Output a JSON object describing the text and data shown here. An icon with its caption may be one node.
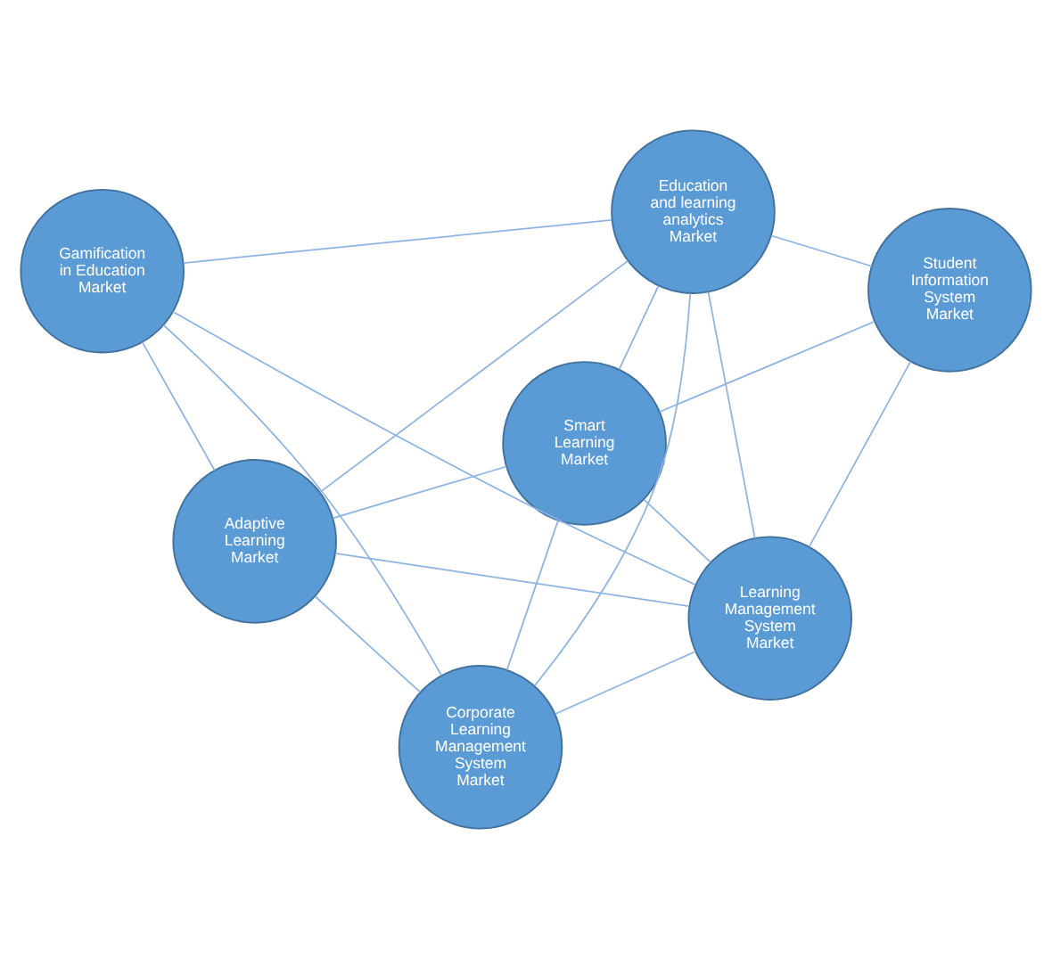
{
  "diagram": {
    "nodes": [
      {
        "text": [
          "Learning Management System Market"
        ]
      },
      {
        "text": [
          "Corporate Learning Management System Market"
        ]
      },
      {
        "text": [
          "Education and learning analytics Market"
        ]
      },
      {
        "text": [
          "Smart Learning Market"
        ]
      },
      {
        "text": [
          "Adaptive Learning Market"
        ]
      },
      {
        "text": [
          "Student Information System Market"
        ]
      },
      {
        "text": [
          "Gamification in Education Market"
        ]
      }
    ],
    "edges": [
      {
        "from": 0,
        "to": 1,
        "arrow": "none"
      },
      {
        "from": 0,
        "to": 2,
        "arrow": "none"
      },
      {
        "from": 0,
        "to": 3,
        "arrow": "none"
      },
      {
        "from": 0,
        "to": 4,
        "arrow": "none"
      },
      {
        "from": 0,
        "to": 5,
        "arrow": "none"
      },
      {
        "from": 0,
        "to": 6,
        "arrow": "none"
      },
      {
        "from": 1,
        "to": 2,
        "arrow": "none"
      },
      {
        "from": 1,
        "to": 3,
        "arrow": "none"
      },
      {
        "from": 1,
        "to": 4,
        "arrow": "none"
      },
      {
        "from": 1,
        "to": 6,
        "arrow": "none"
      },
      {
        "from": 2,
        "to": 3,
        "arrow": "none"
      },
      {
        "from": 2,
        "to": 4,
        "arrow": "none"
      },
      {
        "from": 2,
        "to": 5,
        "arrow": "none"
      },
      {
        "from": 2,
        "to": 6,
        "arrow": "none"
      },
      {
        "from": 3,
        "to": 4,
        "arrow": "none"
      },
      {
        "from": 3,
        "to": 5,
        "arrow": "none"
      },
      {
        "from": 4,
        "to": 6,
        "arrow": "none"
      }
    ]
  }
}
